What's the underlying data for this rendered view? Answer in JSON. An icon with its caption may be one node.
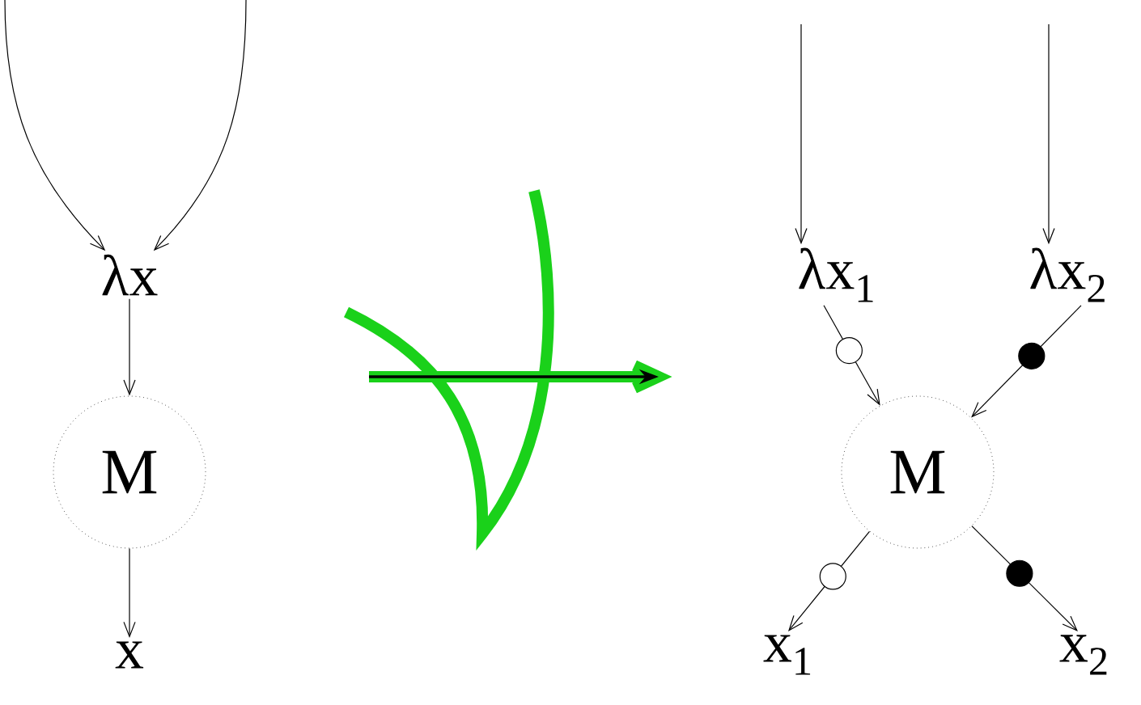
{
  "diagram": {
    "nodes": [
      {
        "text": [
          "λx"
        ]
      },
      {
        "text": [
          "M"
        ]
      },
      {
        "text": [
          "x"
        ]
      },
      {
        "text": [
          "λx$_{1}$"
        ]
      },
      {
        "text": [
          "λx$_{2}$"
        ]
      },
      {
        "text": [
          "M"
        ]
      },
      {
        "text": [
          "x$_{1}$"
        ]
      },
      {
        "text": [
          "x$_{2}$"
        ]
      }
    ],
    "edges": [
      {
        "from": null,
        "to": 0,
        "arrow": "to"
      },
      {
        "from": null,
        "to": 0,
        "arrow": "to"
      },
      {
        "from": 0,
        "to": 1,
        "arrow": "to"
      },
      {
        "from": 1,
        "to": 2,
        "arrow": "to"
      },
      {
        "from": null,
        "to": 3,
        "arrow": "to"
      },
      {
        "from": null,
        "to": 4,
        "arrow": "to"
      },
      {
        "from": 3,
        "to": 5,
        "arrow": "to"
      },
      {
        "from": 4,
        "to": 5,
        "arrow": "to"
      },
      {
        "from": 5,
        "to": 6,
        "arrow": "to"
      },
      {
        "from": 5,
        "to": 7,
        "arrow": "to"
      }
    ]
  }
}
